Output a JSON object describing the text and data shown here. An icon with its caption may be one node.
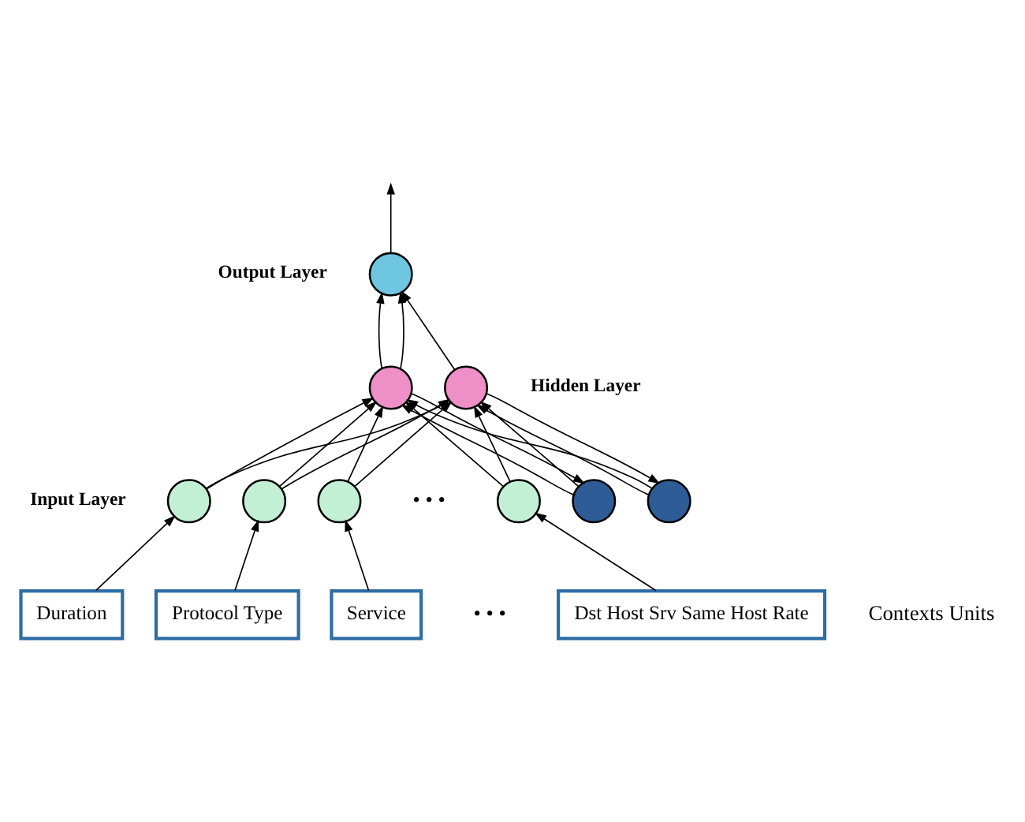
{
  "diagram": {
    "nodes": [
      {
        "text": [],
        "shape": "circle",
        "beside": [
          "Output Layer"
        ]
      },
      {
        "text": [],
        "shape": "circle"
      },
      {
        "text": [],
        "shape": "circle",
        "beside": [
          "Hidden Layer"
        ]
      },
      {
        "text": [],
        "shape": "circle",
        "beside": [
          "Input Layer"
        ]
      },
      {
        "text": [],
        "shape": "circle"
      },
      {
        "text": [],
        "shape": "circle"
      },
      {
        "text": [],
        "shape": "circle"
      },
      {
        "text": [],
        "shape": "circle"
      },
      {
        "text": [],
        "shape": "circle"
      },
      {
        "text": [
          "Duration"
        ]
      },
      {
        "text": [
          "Protocol Type"
        ]
      },
      {
        "text": [
          "Service"
        ]
      },
      {
        "text": [
          "Dst Host Srv Same Host Rate"
        ]
      }
    ],
    "edges": [
      {
        "from": 0,
        "to": null,
        "arrow": "to"
      },
      {
        "from": 1,
        "to": 0,
        "arrow": "to"
      },
      {
        "from": 1,
        "to": 0,
        "arrow": "to"
      },
      {
        "from": 2,
        "to": 0,
        "arrow": "to"
      },
      {
        "from": 3,
        "to": 1,
        "arrow": "to"
      },
      {
        "from": 3,
        "to": 2,
        "arrow": "to"
      },
      {
        "from": 4,
        "to": 1,
        "arrow": "to"
      },
      {
        "from": 4,
        "to": 2,
        "arrow": "to"
      },
      {
        "from": 5,
        "to": 1,
        "arrow": "to"
      },
      {
        "from": 5,
        "to": 2,
        "arrow": "to"
      },
      {
        "from": 6,
        "to": 1,
        "arrow": "to"
      },
      {
        "from": 6,
        "to": 2,
        "arrow": "to"
      },
      {
        "from": 7,
        "to": 1,
        "arrow": "to"
      },
      {
        "from": 7,
        "to": 2,
        "arrow": "to"
      },
      {
        "from": 8,
        "to": 1,
        "arrow": "to"
      },
      {
        "from": 8,
        "to": 2,
        "arrow": "to"
      },
      {
        "from": 1,
        "to": 7,
        "arrow": "to"
      },
      {
        "from": 2,
        "to": 8,
        "arrow": "to"
      },
      {
        "from": 9,
        "to": 3,
        "arrow": "to"
      },
      {
        "from": 10,
        "to": 4,
        "arrow": "to"
      },
      {
        "from": 11,
        "to": 5,
        "arrow": "to"
      },
      {
        "from": 12,
        "to": 6,
        "arrow": "to"
      }
    ],
    "labels": [
      "• • •",
      "• • •",
      "Contexts Units"
    ]
  }
}
